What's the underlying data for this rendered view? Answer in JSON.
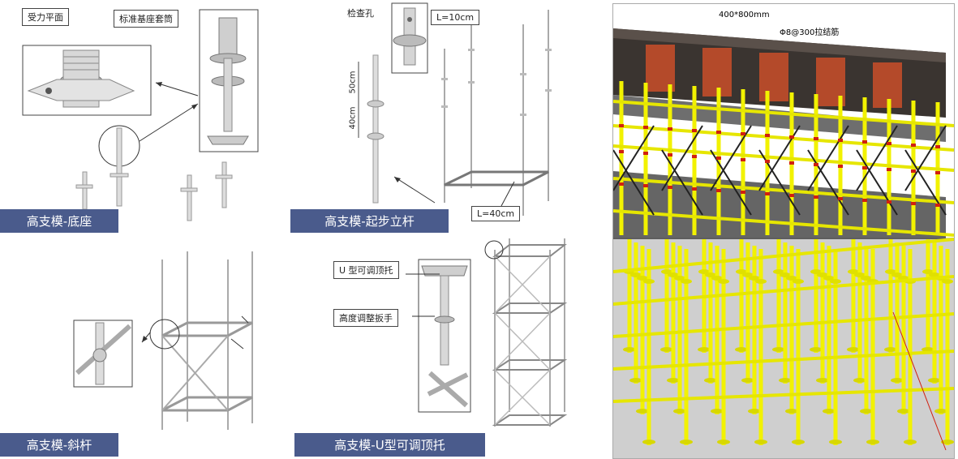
{
  "panels": {
    "base": {
      "title": "高支模-底座",
      "callouts": {
        "bearing_plane": "受力平面",
        "standard_base_sleeve": "标准基座套筒"
      }
    },
    "starter": {
      "title": "高支模-起步立杆",
      "callouts": {
        "inspection_hole": "检查孔",
        "length_top": "L=10cm",
        "length_bottom": "L=40cm"
      },
      "dims": {
        "d1": "50cm",
        "d2": "40cm"
      }
    },
    "diagonal": {
      "title": "高支模-斜杆"
    },
    "utop": {
      "title": "高支模-U型可调顶托",
      "callouts": {
        "u_head": "U 型可调顶托",
        "wrench": "高度调整扳手"
      }
    },
    "render": {
      "annotations": {
        "beam_size": "400*800mm",
        "rebar_note": "Φ8@300拉结筋"
      }
    }
  },
  "colors": {
    "label_bar": "#4a5b8c",
    "scaffold_yellow": "#f2f200",
    "rosette_red": "#d02010",
    "concrete_dark": "#3a3430",
    "floor_gray": "#cfcfcf"
  }
}
